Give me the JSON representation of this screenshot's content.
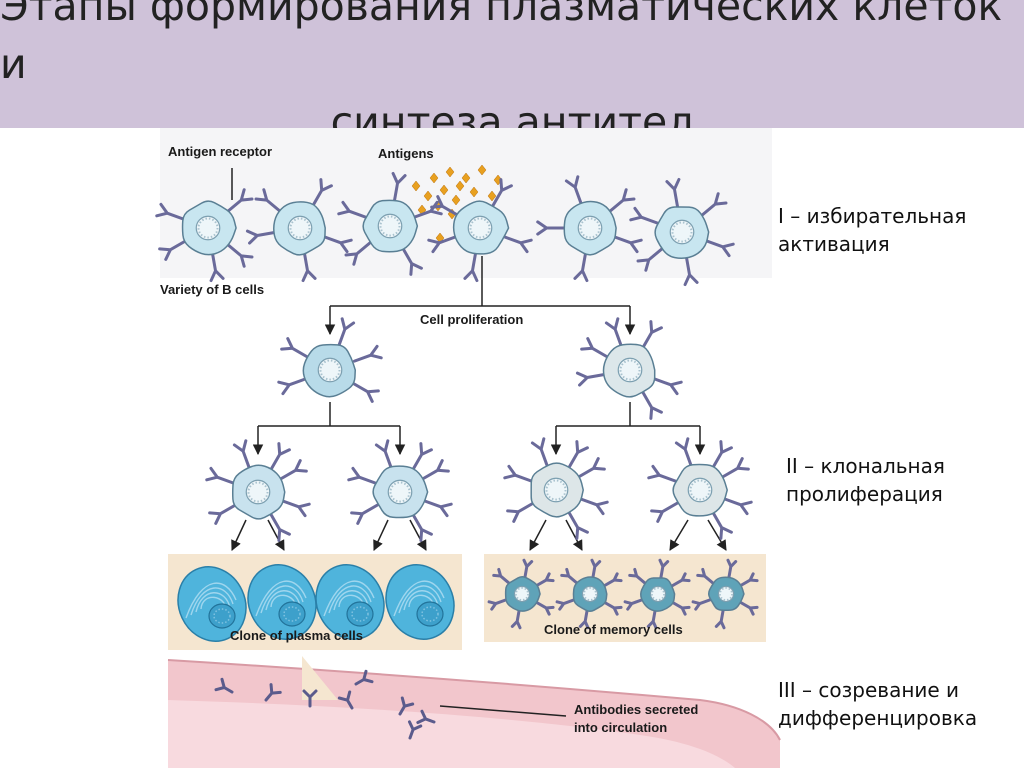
{
  "title": {
    "line1": "Этапы формирования плазматических клеток и",
    "line2": "синтеза антител"
  },
  "stages": [
    {
      "line1": "I – избирательная",
      "line2": "активация"
    },
    {
      "line1": "II – клональная",
      "line2": "пролиферация"
    },
    {
      "line1": "III – созревание и",
      "line2": "дифференцировка"
    }
  ],
  "diagram": {
    "antigen_receptor": "Antigen receptor",
    "antigens": "Antigens",
    "variety": "Variety of B cells",
    "proliferation": "Cell proliferation",
    "plasma_clone": "Clone of plasma cells",
    "memory_clone": "Clone of memory cells",
    "antibodies_line1": "Antibodies secreted",
    "antibodies_line2": "into circulation"
  },
  "colors": {
    "title_bg": "#cfc2d9",
    "cell_fill": "#c8e6f0",
    "memory_fill": "#5fa3b8",
    "plasma_fill": "#4fb4dc",
    "receptor": "#6a6a9a",
    "antigen": "#e8a020",
    "panel_bg": "#f5e6d0",
    "vessel": "#f2c6cc"
  }
}
